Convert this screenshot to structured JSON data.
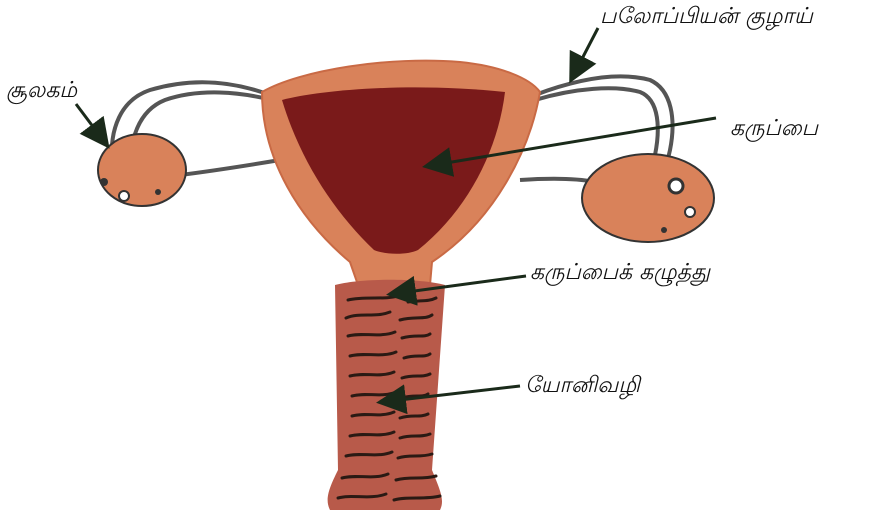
{
  "diagram": {
    "labels": {
      "fallopian_tube": "பலோப்பியன் குழாய்",
      "ovary": "சூலகம்",
      "uterus": "கருப்பை",
      "cervix": "கருப்பைக் கழுத்து",
      "vagina": "யோனிவழி"
    },
    "colors": {
      "tissue": "#d9825a",
      "tissue_shade": "#c96a45",
      "cavity": "#7a1a1a",
      "canal": "#b85a4a",
      "folds": "#2a1a14",
      "tube": "#555555"
    }
  }
}
